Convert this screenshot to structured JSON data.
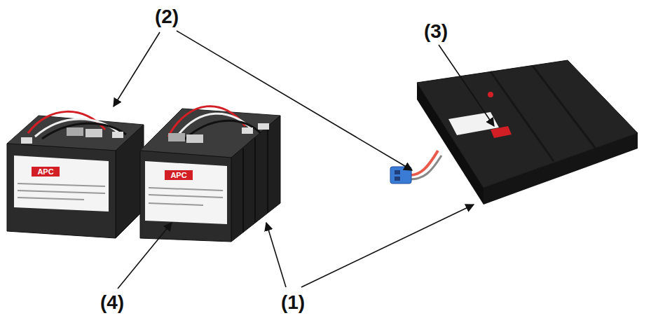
{
  "diagram": {
    "labels": [
      "(2)",
      "(3)",
      "(4)",
      "(1)",
      "APC",
      "APC"
    ]
  }
}
